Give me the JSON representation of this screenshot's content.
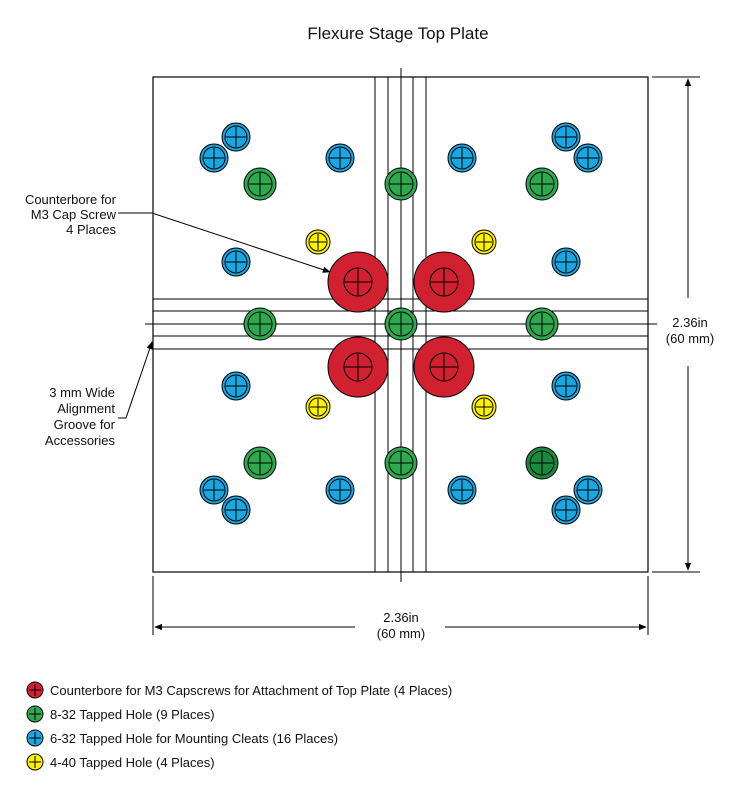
{
  "title": "Flexure Stage Top Plate",
  "annotations": {
    "counterbore": [
      "Counterbore for",
      "M3 Cap Screw",
      "4 Places"
    ],
    "groove": [
      "3 mm Wide",
      "Alignment",
      "Groove for",
      "Accessories"
    ]
  },
  "dimensions": {
    "width": [
      "2.36in",
      "(60 mm)"
    ],
    "height": [
      "2.36in",
      "(60 mm)"
    ]
  },
  "colors": {
    "red": "#d1202f",
    "green": "#2fa84f",
    "dark_green": "#1b8a3c",
    "blue": "#1aa6e0",
    "yellow": "#fff200"
  },
  "legend": [
    {
      "color": "#d1202f",
      "label": "Counterbore for M3 Capscrews for Attachment of Top Plate (4 Places)"
    },
    {
      "color": "#2fa84f",
      "label": "8-32 Tapped Hole (9 Places)"
    },
    {
      "color": "#1aa6e0",
      "label": "6-32 Tapped Hole for Mounting Cleats (16 Places)"
    },
    {
      "color": "#fff200",
      "label": "4-40 Tapped Hole (4 Places)"
    }
  ]
}
